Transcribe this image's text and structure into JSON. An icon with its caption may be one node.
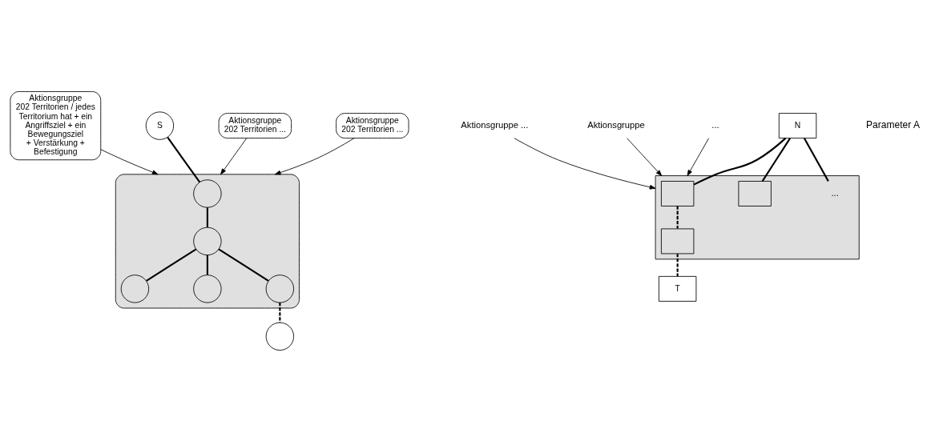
{
  "diagram": {
    "nodes": [
      {
        "text": [
          "Aktionsgruppe",
          "202 Territorien / jedes Territorium hat + ein Angriffsziel + ein Bewegungsziel",
          "+ Verstärkung + Befestigung"
        ]
      },
      {
        "text": [],
        "shape": "triangle"
      },
      {
        "text": [
          "S"
        ]
      },
      {
        "text": [],
        "shape": "circle",
        "in": 1
      },
      {
        "text": [],
        "shape": "circle",
        "in": 1
      },
      {
        "text": [
          "Aktionsgruppe",
          "202 Territorien ..."
        ]
      },
      {
        "text": [],
        "shape": "circle",
        "in": 1
      },
      {
        "text": [],
        "shape": "circle",
        "in": 1
      },
      {
        "text": [],
        "shape": "circle",
        "in": 1
      },
      {
        "text": [
          "Aktionsgruppe",
          "202 Territorien ..."
        ]
      },
      {
        "text": [],
        "shape": "circle"
      },
      {
        "text": [
          "Aktionsgruppe ..."
        ]
      },
      {
        "text": [
          "Aktionsgruppe"
        ]
      },
      {
        "text": [
          "..."
        ]
      },
      {
        "text": [],
        "shape": "box"
      },
      {
        "text": [
          "N"
        ]
      },
      {
        "text": [],
        "shape": "box",
        "in": 14
      },
      {
        "text": [],
        "shape": "box",
        "in": 14
      },
      {
        "text": [
          "..."
        ],
        "in": 14
      },
      {
        "text": [],
        "shape": "box",
        "in": 14
      },
      {
        "text": [
          "T"
        ]
      }
    ],
    "edges": [
      {
        "from": 2,
        "to": 3,
        "arrow": "none"
      },
      {
        "from": 3,
        "to": 4,
        "arrow": "none"
      },
      {
        "from": 4,
        "to": 6,
        "arrow": "none"
      },
      {
        "from": 4,
        "to": 7,
        "arrow": "none"
      },
      {
        "from": 4,
        "to": 8,
        "arrow": "none"
      },
      {
        "from": 8,
        "to": 10,
        "arrow": "none",
        "style": "dashed"
      },
      {
        "from": 15,
        "to": 16,
        "arrow": "none"
      },
      {
        "from": 15,
        "to": 17,
        "arrow": "none"
      },
      {
        "from": 15,
        "to": 18,
        "arrow": "none"
      },
      {
        "from": 16,
        "to": 19,
        "arrow": "none",
        "style": "dashed"
      },
      {
        "from": 19,
        "to": 20,
        "arrow": "none",
        "style": "dashed"
      },
      {
        "from": 0,
        "to": 1,
        "arrow": "to"
      },
      {
        "from": 5,
        "to": 1,
        "arrow": "to"
      },
      {
        "from": 9,
        "to": 1,
        "arrow": "to"
      },
      {
        "from": 11,
        "to": 14,
        "arrow": "to"
      },
      {
        "from": 12,
        "to": 14,
        "arrow": "to"
      },
      {
        "from": 13,
        "to": 14,
        "arrow": "to"
      }
    ],
    "labels": [
      "Parameter A"
    ]
  }
}
